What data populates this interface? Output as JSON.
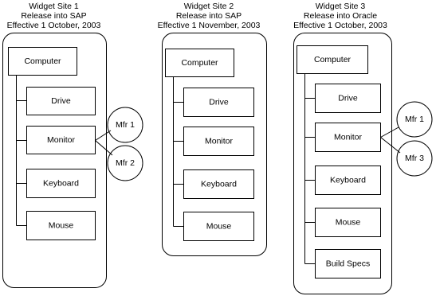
{
  "sites": [
    {
      "title_lines": [
        "Widget Site 1",
        "Release into SAP",
        "Effective 1 October, 2003"
      ],
      "parent": "Computer",
      "children": [
        "Drive",
        "Monitor",
        "Keyboard",
        "Mouse"
      ],
      "manufacturers": [
        "Mfr 1",
        "Mfr 2"
      ]
    },
    {
      "title_lines": [
        "Widget Site 2",
        "Release into SAP",
        "Effective 1 November, 2003"
      ],
      "parent": "Computer",
      "children": [
        "Drive",
        "Monitor",
        "Keyboard",
        "Mouse"
      ],
      "manufacturers": []
    },
    {
      "title_lines": [
        "Widget Site 3",
        "Release into Oracle",
        "Effective 1 October, 2003"
      ],
      "parent": "Computer",
      "children": [
        "Drive",
        "Monitor",
        "Keyboard",
        "Mouse",
        "Build Specs"
      ],
      "manufacturers": [
        "Mfr 1",
        "Mfr 3"
      ]
    }
  ]
}
